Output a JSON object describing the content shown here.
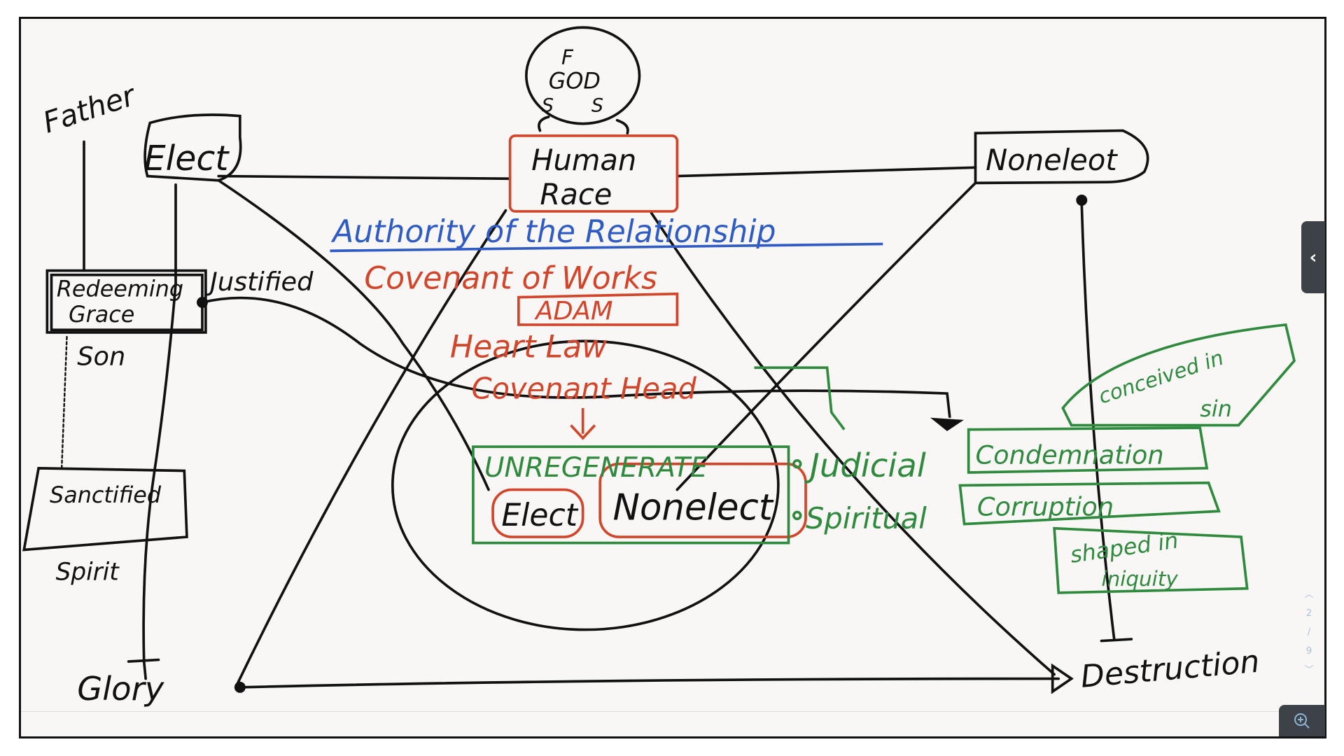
{
  "diagram": {
    "top_circle": {
      "letters": [
        "F",
        "GOD",
        "S",
        "S"
      ]
    },
    "human_race": [
      "Human",
      "Race"
    ],
    "elect_top": "Elect",
    "nonelect_top": "Noneleot",
    "father": "Father",
    "authority": "Authority of the Relationship",
    "covenant_works": "Covenant of Works",
    "adam": "ADAM",
    "heart_law": "Heart Law",
    "covenant_head": "Covenant Head",
    "redeeming_grace": [
      "Redeeming",
      "Grace"
    ],
    "justified": "Justified",
    "son": "Son",
    "sanctified": "Sanctified",
    "spirit": "Spirit",
    "glory": "Glory",
    "destruction": "Destruction",
    "unregenerate": "UNREGENERATE",
    "inner_elect": "Elect",
    "inner_nonelect": "Nonelect",
    "judicial": "Judicial",
    "condemnation": "Condemnation",
    "spiritual": "Spiritual",
    "corruption": "Corruption",
    "conceived": [
      "conceived in",
      "sin"
    ],
    "shaped": [
      "shaped in",
      "iniquity"
    ]
  },
  "viewer": {
    "collapse_icon": "chevron-left-icon",
    "page_current": "2",
    "page_sep": "/",
    "page_total": "9",
    "zoom_icon": "zoom-in-icon"
  },
  "colors": {
    "black": "#111111",
    "red": "#d2452a",
    "green": "#2f8a3e",
    "blue": "#2f5bc4"
  }
}
